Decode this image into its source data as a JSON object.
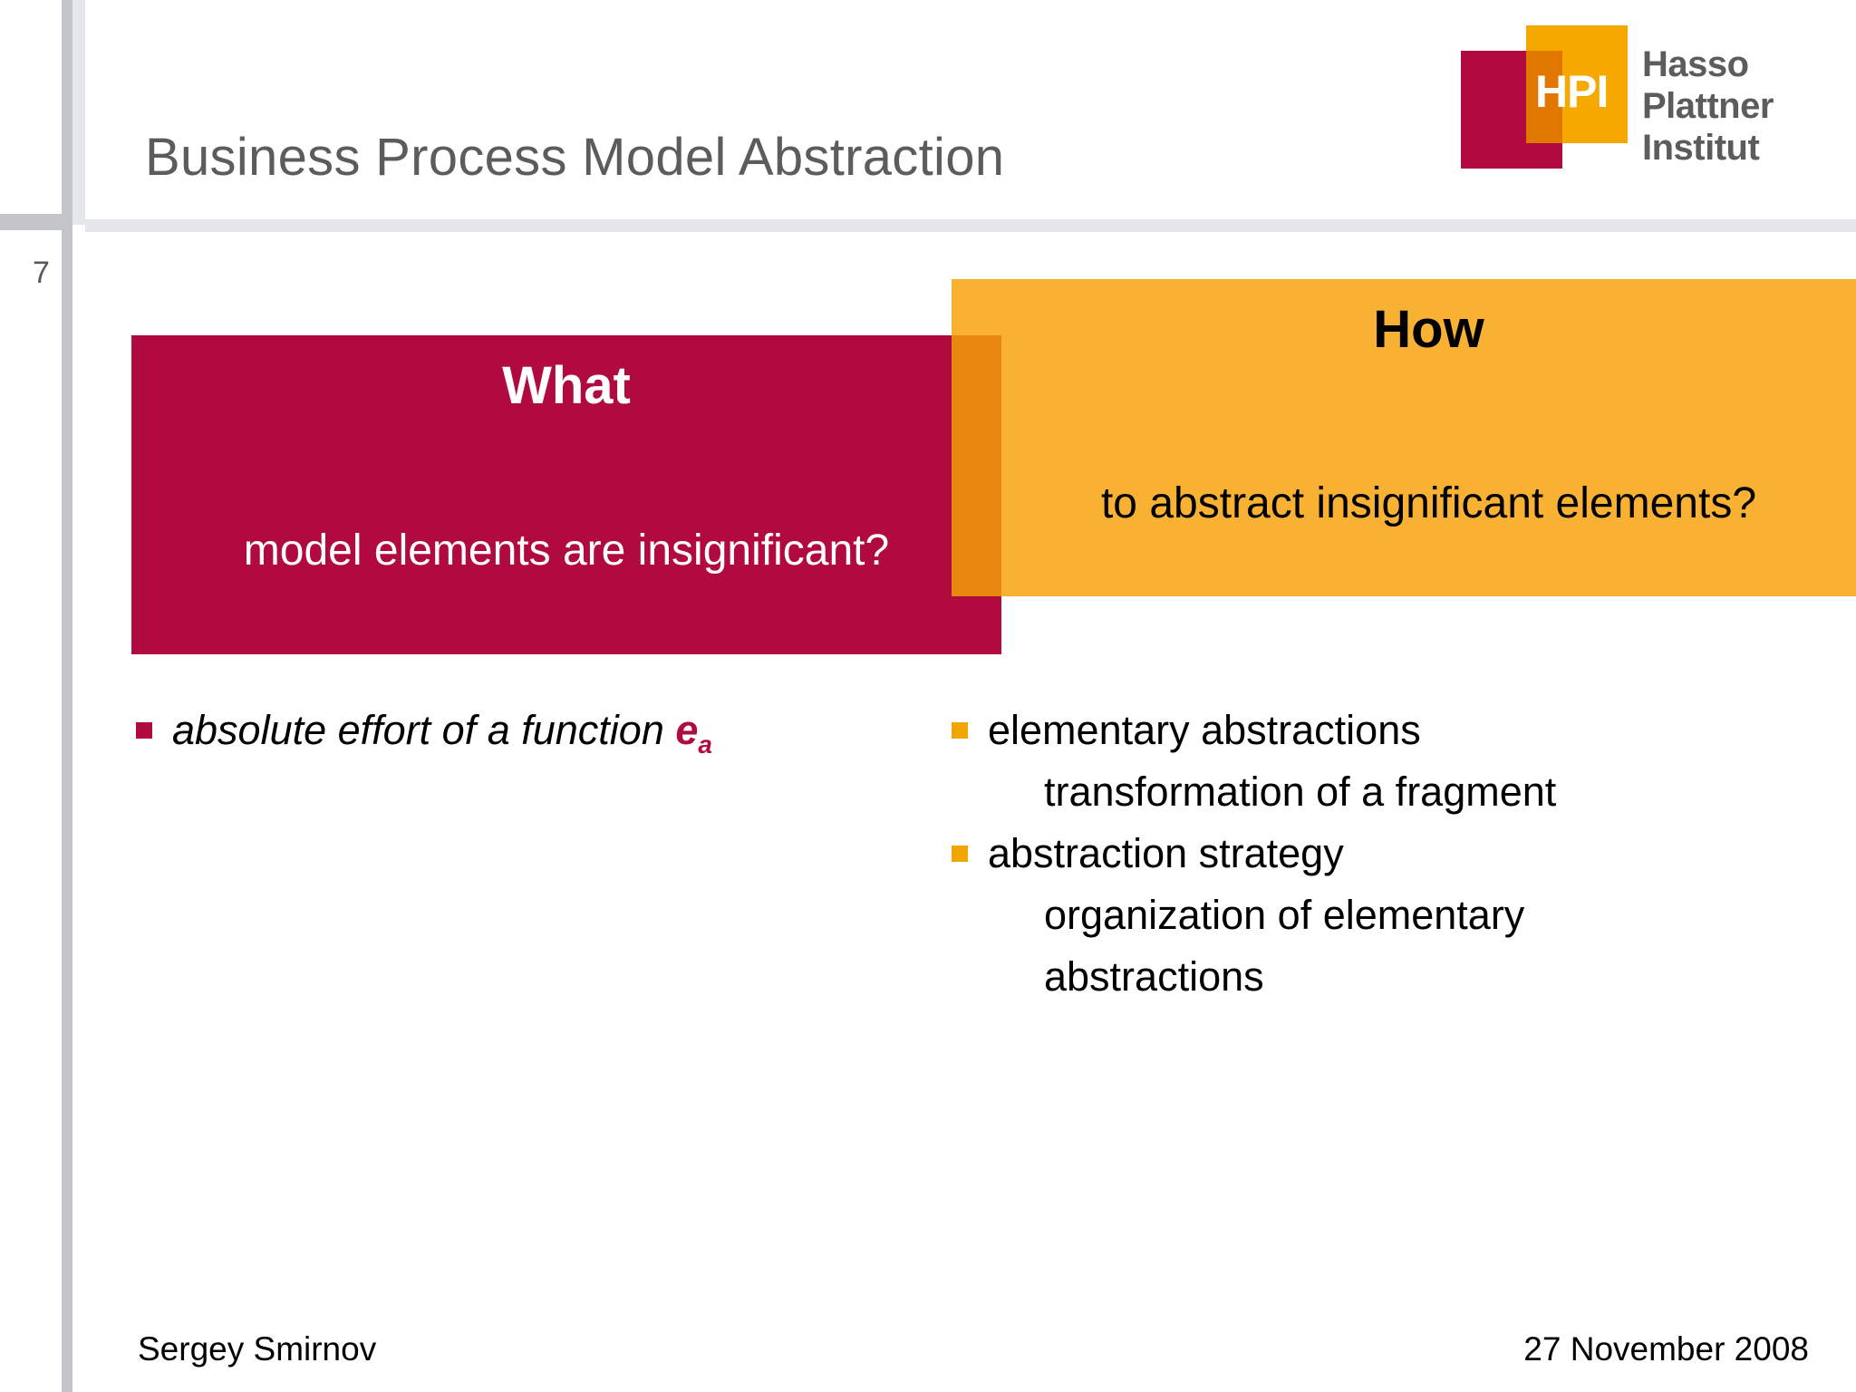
{
  "slide": {
    "title": "Business Process Model Abstraction",
    "page_number": "7"
  },
  "logo": {
    "mark_text": "HPI",
    "wordmark_line1": "Hasso",
    "wordmark_line2": "Plattner",
    "wordmark_line3": "Institut",
    "color_red": "#b10a3e",
    "color_yellow": "#f5a800",
    "color_overlap": "#e07800",
    "color_text": "#5c5c5c"
  },
  "panels": {
    "what": {
      "heading": "What",
      "body": "model elements are insignificant?",
      "background": "#b10a3e",
      "text_color": "#ffffff"
    },
    "how": {
      "heading": "How",
      "body": "to abstract insignificant elements?",
      "background": "#f8b133",
      "overlap_color": "#e8880e",
      "text_color": "#000000"
    }
  },
  "bullets": {
    "left": [
      {
        "text_before": "absolute effort of a function ",
        "symbol_base": "e",
        "symbol_sub": "a",
        "bullet_color": "#b10a3e",
        "italic": true
      }
    ],
    "right": [
      {
        "text": "elementary abstractions",
        "sub_lines": [
          "transformation of a fragment"
        ],
        "bullet_color": "#f0a500"
      },
      {
        "text": "abstraction strategy",
        "sub_lines": [
          "organization of elementary",
          "abstractions"
        ],
        "bullet_color": "#f0a500"
      }
    ]
  },
  "footer": {
    "author": "Sergey Smirnov",
    "date": "27 November 2008"
  }
}
